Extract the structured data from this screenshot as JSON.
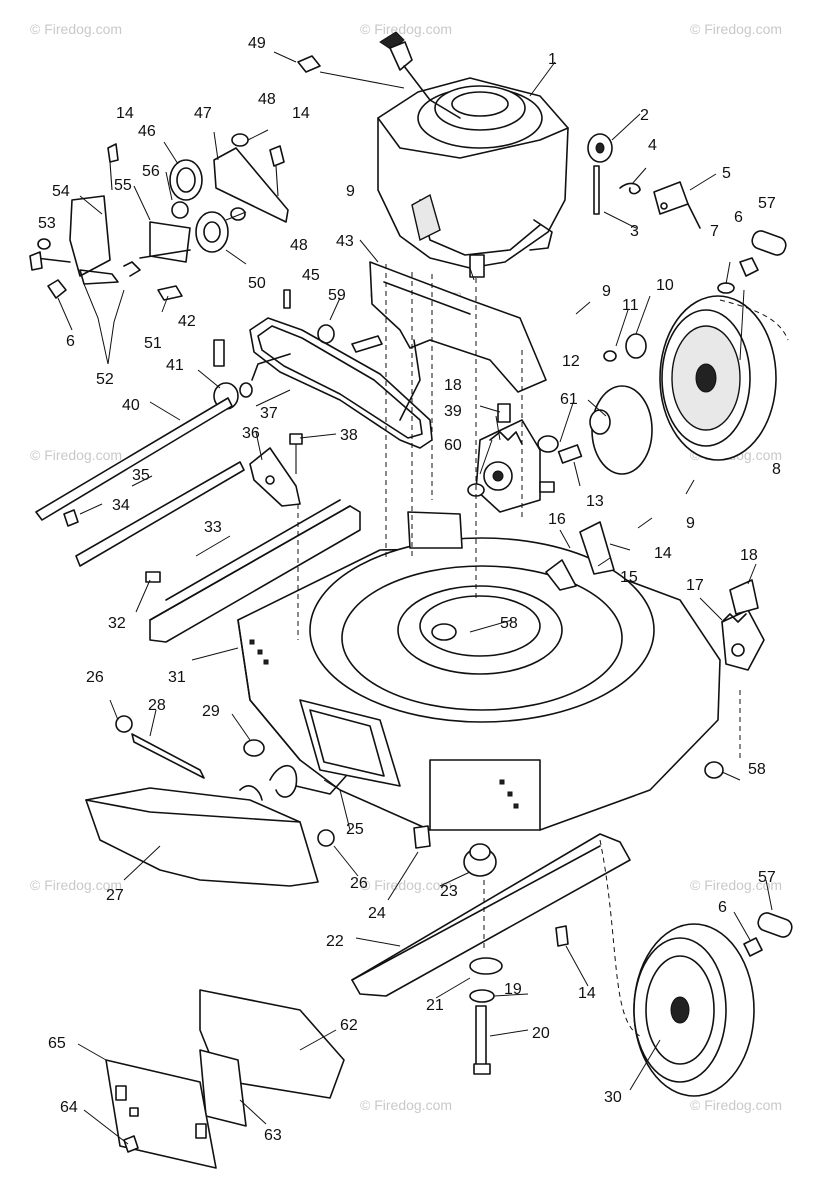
{
  "watermark": "© Firedog.com",
  "callouts": [
    {
      "id": "c1",
      "text": "1"
    },
    {
      "id": "c2",
      "text": "2"
    },
    {
      "id": "c3",
      "text": "3"
    },
    {
      "id": "c4",
      "text": "4"
    },
    {
      "id": "c5",
      "text": "5"
    },
    {
      "id": "c6a",
      "text": "6"
    },
    {
      "id": "c6b",
      "text": "6"
    },
    {
      "id": "c6c",
      "text": "6"
    },
    {
      "id": "c7",
      "text": "7"
    },
    {
      "id": "c8",
      "text": "8"
    },
    {
      "id": "c9a",
      "text": "9"
    },
    {
      "id": "c9b",
      "text": "9"
    },
    {
      "id": "c9c",
      "text": "9"
    },
    {
      "id": "c10",
      "text": "10"
    },
    {
      "id": "c11",
      "text": "11"
    },
    {
      "id": "c12",
      "text": "12"
    },
    {
      "id": "c13",
      "text": "13"
    },
    {
      "id": "c14a",
      "text": "14"
    },
    {
      "id": "c14b",
      "text": "14"
    },
    {
      "id": "c14c",
      "text": "14"
    },
    {
      "id": "c14d",
      "text": "14"
    },
    {
      "id": "c15",
      "text": "15"
    },
    {
      "id": "c16",
      "text": "16"
    },
    {
      "id": "c17",
      "text": "17"
    },
    {
      "id": "c18a",
      "text": "18"
    },
    {
      "id": "c18b",
      "text": "18"
    },
    {
      "id": "c19",
      "text": "19"
    },
    {
      "id": "c20",
      "text": "20"
    },
    {
      "id": "c21",
      "text": "21"
    },
    {
      "id": "c22",
      "text": "22"
    },
    {
      "id": "c23",
      "text": "23"
    },
    {
      "id": "c24",
      "text": "24"
    },
    {
      "id": "c25",
      "text": "25"
    },
    {
      "id": "c26a",
      "text": "26"
    },
    {
      "id": "c26b",
      "text": "26"
    },
    {
      "id": "c27",
      "text": "27"
    },
    {
      "id": "c28",
      "text": "28"
    },
    {
      "id": "c29",
      "text": "29"
    },
    {
      "id": "c30",
      "text": "30"
    },
    {
      "id": "c31",
      "text": "31"
    },
    {
      "id": "c32",
      "text": "32"
    },
    {
      "id": "c33",
      "text": "33"
    },
    {
      "id": "c34",
      "text": "34"
    },
    {
      "id": "c35",
      "text": "35"
    },
    {
      "id": "c36",
      "text": "36"
    },
    {
      "id": "c37",
      "text": "37"
    },
    {
      "id": "c38",
      "text": "38"
    },
    {
      "id": "c39",
      "text": "39"
    },
    {
      "id": "c40",
      "text": "40"
    },
    {
      "id": "c41",
      "text": "41"
    },
    {
      "id": "c42",
      "text": "42"
    },
    {
      "id": "c43",
      "text": "43"
    },
    {
      "id": "c45",
      "text": "45"
    },
    {
      "id": "c46",
      "text": "46"
    },
    {
      "id": "c47",
      "text": "47"
    },
    {
      "id": "c48a",
      "text": "48"
    },
    {
      "id": "c48b",
      "text": "48"
    },
    {
      "id": "c49",
      "text": "49"
    },
    {
      "id": "c50",
      "text": "50"
    },
    {
      "id": "c51",
      "text": "51"
    },
    {
      "id": "c52",
      "text": "52"
    },
    {
      "id": "c53",
      "text": "53"
    },
    {
      "id": "c54",
      "text": "54"
    },
    {
      "id": "c55",
      "text": "55"
    },
    {
      "id": "c56",
      "text": "56"
    },
    {
      "id": "c57a",
      "text": "57"
    },
    {
      "id": "c57b",
      "text": "57"
    },
    {
      "id": "c58a",
      "text": "58"
    },
    {
      "id": "c58b",
      "text": "58"
    },
    {
      "id": "c59",
      "text": "59"
    },
    {
      "id": "c60",
      "text": "60"
    },
    {
      "id": "c61",
      "text": "61"
    },
    {
      "id": "c62",
      "text": "62"
    },
    {
      "id": "c63",
      "text": "63"
    },
    {
      "id": "c64",
      "text": "64"
    },
    {
      "id": "c65",
      "text": "65"
    }
  ]
}
